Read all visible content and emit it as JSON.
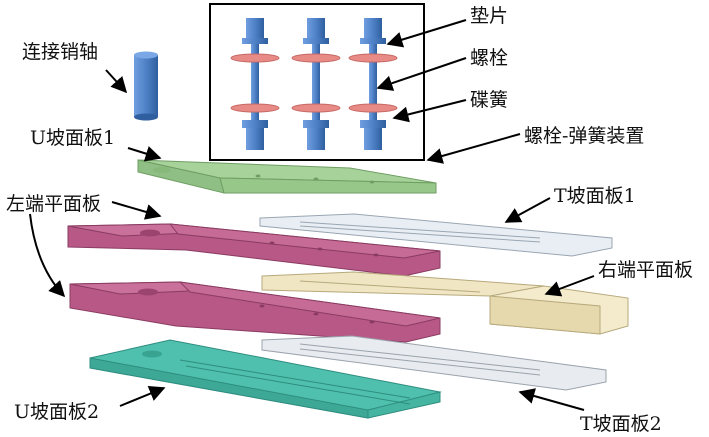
{
  "labels": {
    "connecting_pin": "连接销轴",
    "gasket": "垫片",
    "bolt": "螺栓",
    "disc_spring": "碟簧",
    "bolt_spring_device": "螺栓-弹簧装置",
    "u_plate_1": "U坡面板1",
    "left_flat_plate": "左端平面板",
    "t_plate_1": "T坡面板1",
    "right_flat_plate": "右端平面板",
    "u_plate_2": "U坡面板2",
    "t_plate_2": "T坡面板2"
  },
  "colors": {
    "pin": "#4f81c7",
    "bolt": "#4f81c7",
    "spring": "#e88a86",
    "u_plate_1": "#a7d39b",
    "left_plate": "#b85886",
    "t_plate": "#e8eef4",
    "right_plate": "#f0e6c4",
    "u_plate_2": "#4fc0ad"
  }
}
